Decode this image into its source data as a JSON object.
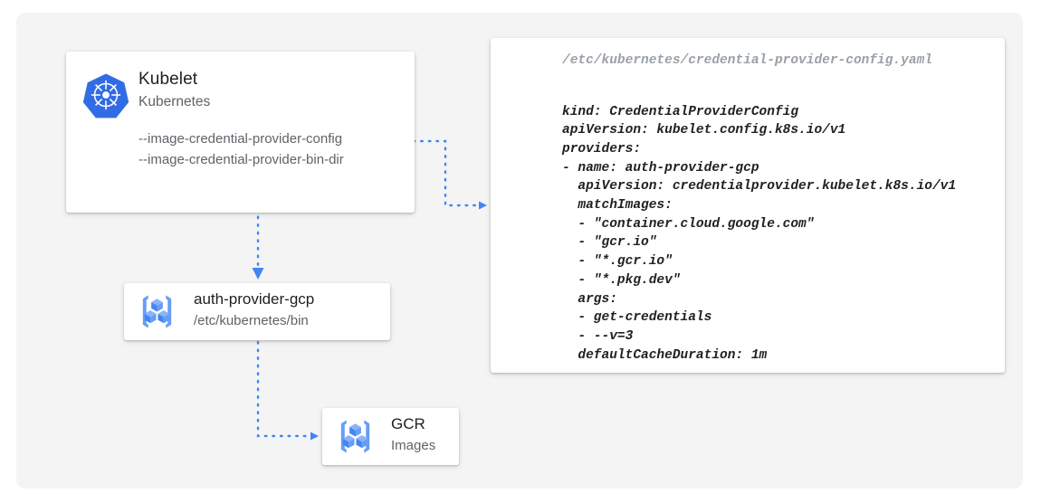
{
  "canvas": {
    "background": "#f4f4f4",
    "accent": "#4285f4"
  },
  "kubelet_node": {
    "icon": "kubernetes-logo-icon",
    "title": "Kubelet",
    "subtitle": "Kubernetes",
    "flags": [
      "--image-credential-provider-config",
      "--image-credential-provider-bin-dir"
    ]
  },
  "auth_provider_node": {
    "icon": "container-registry-icon",
    "title": "auth-provider-gcp",
    "subtitle": "/etc/kubernetes/bin"
  },
  "gcr_node": {
    "icon": "container-registry-icon",
    "title": "GCR",
    "subtitle": "Images"
  },
  "yaml_panel": {
    "file_path": "/etc/kubernetes/credential-provider-config.yaml",
    "lines": [
      "kind: CredentialProviderConfig",
      "apiVersion: kubelet.config.k8s.io/v1",
      "providers:",
      "- name: auth-provider-gcp",
      "  apiVersion: credentialprovider.kubelet.k8s.io/v1",
      "  matchImages:",
      "  - \"container.cloud.google.com\"",
      "  - \"gcr.io\"",
      "  - \"*.gcr.io\"",
      "  - \"*.pkg.dev\"",
      "  args:",
      "  - get-credentials",
      "  - --v=3",
      "  defaultCacheDuration: 1m"
    ]
  },
  "connectors": [
    {
      "name": "kubelet-to-yaml",
      "style": "dotted",
      "color": "#4285f4",
      "arrow": true
    },
    {
      "name": "kubelet-to-auth-provider",
      "style": "dotted",
      "color": "#4285f4",
      "arrow": true
    },
    {
      "name": "auth-provider-to-gcr",
      "style": "dotted",
      "color": "#4285f4",
      "arrow": true
    }
  ]
}
